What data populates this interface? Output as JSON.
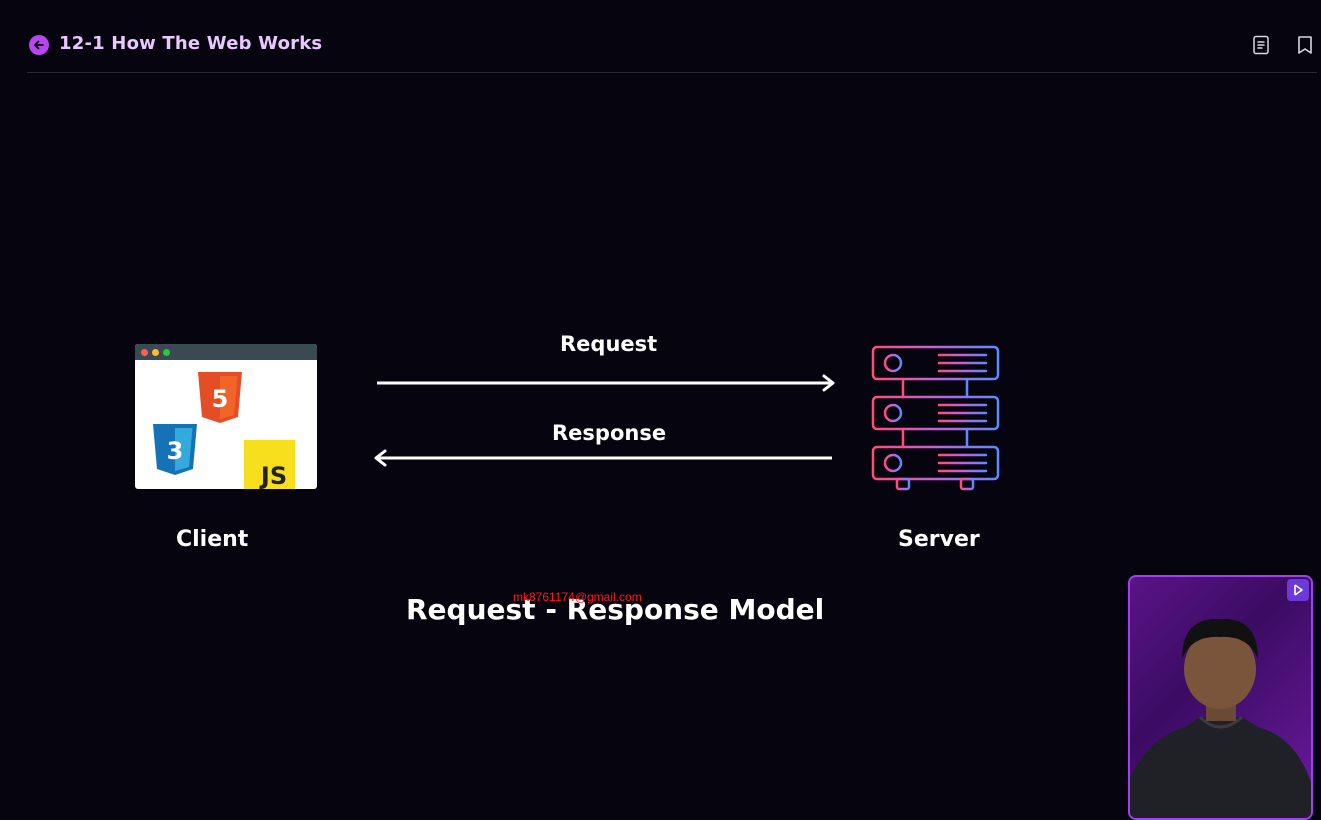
{
  "header": {
    "title": "12-1 How The Web Works",
    "back_icon": "arrow-left-icon",
    "notes_icon": "notes-icon",
    "bookmark_icon": "bookmark-icon"
  },
  "slide": {
    "request_label": "Request",
    "response_label": "Response",
    "client_label": "Client",
    "server_label": "Server",
    "model_title": "Request - Response Model",
    "client_badges": {
      "html": "5",
      "css": "3",
      "js": "JS"
    },
    "watermark": "mk8761174@gmail.com"
  },
  "colors": {
    "background": "#05040f",
    "accent": "#b845f0",
    "title": "#e9c7ff",
    "html5": "#e44d26",
    "css3": "#1572b6",
    "js": "#f7df1e"
  },
  "video_overlay": {
    "expand_icon": "expand-icon"
  }
}
